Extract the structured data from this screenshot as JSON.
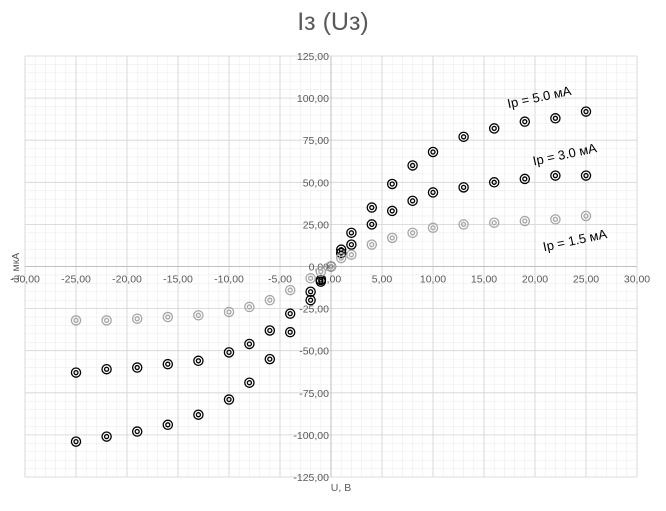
{
  "chart_data": {
    "type": "scatter",
    "title": "Iз (Uз)",
    "xlabel": "U, B",
    "ylabel": "I, мкА",
    "xlim": [
      -30,
      30
    ],
    "ylim": [
      -125,
      125
    ],
    "x_major_step": 5,
    "y_major_step": 25,
    "x_tick_labels": [
      "-30,00",
      "-25,00",
      "-20,00",
      "-15,00",
      "-10,00",
      "-5,00",
      "0,00",
      "5,00",
      "10,00",
      "15,00",
      "20,00",
      "25,00",
      "30,00"
    ],
    "y_tick_labels": [
      "-125,00",
      "-100,00",
      "-75,00",
      "-50,00",
      "-25,00",
      "0,00",
      "25,00",
      "50,00",
      "75,00",
      "100,00",
      "125,00"
    ],
    "grid": true,
    "legend": "none",
    "series": [
      {
        "name": "Ip = 5.0 мА",
        "color": "#000000",
        "label_angle": -12,
        "label_anchor": [
          20.5,
          98
        ],
        "points": [
          [
            -25,
            -104
          ],
          [
            -22,
            -101
          ],
          [
            -19,
            -98
          ],
          [
            -16,
            -94
          ],
          [
            -13,
            -88
          ],
          [
            -10,
            -79
          ],
          [
            -8,
            -69
          ],
          [
            -6,
            -55
          ],
          [
            -4,
            -39
          ],
          [
            -2,
            -20
          ],
          [
            -1,
            -9
          ],
          [
            0,
            0
          ],
          [
            1,
            10
          ],
          [
            2,
            20
          ],
          [
            4,
            35
          ],
          [
            6,
            49
          ],
          [
            8,
            60
          ],
          [
            10,
            68
          ],
          [
            13,
            77
          ],
          [
            16,
            82
          ],
          [
            19,
            86
          ],
          [
            22,
            88
          ],
          [
            25,
            92
          ]
        ]
      },
      {
        "name": "Ip = 3.0 мА",
        "color": "#000000",
        "label_angle": -12,
        "label_anchor": [
          23,
          64
        ],
        "points": [
          [
            -25,
            -63
          ],
          [
            -22,
            -61
          ],
          [
            -19,
            -60
          ],
          [
            -16,
            -58
          ],
          [
            -13,
            -56
          ],
          [
            -10,
            -51
          ],
          [
            -8,
            -46
          ],
          [
            -6,
            -38
          ],
          [
            -4,
            -28
          ],
          [
            -2,
            -15
          ],
          [
            -1,
            -8
          ],
          [
            0,
            0
          ],
          [
            1,
            8
          ],
          [
            2,
            13
          ],
          [
            4,
            25
          ],
          [
            6,
            33
          ],
          [
            8,
            39
          ],
          [
            10,
            44
          ],
          [
            13,
            47
          ],
          [
            16,
            50
          ],
          [
            19,
            52
          ],
          [
            22,
            54
          ],
          [
            25,
            54
          ]
        ]
      },
      {
        "name": "Ip = 1.5 мА",
        "color": "#a6a6a6",
        "label_angle": -12,
        "label_anchor": [
          24,
          13
        ],
        "points": [
          [
            -25,
            -32
          ],
          [
            -22,
            -32
          ],
          [
            -19,
            -31
          ],
          [
            -16,
            -30
          ],
          [
            -13,
            -29
          ],
          [
            -10,
            -27
          ],
          [
            -8,
            -24
          ],
          [
            -6,
            -20
          ],
          [
            -4,
            -14
          ],
          [
            -2,
            -7
          ],
          [
            -1,
            -3
          ],
          [
            0,
            0
          ],
          [
            1,
            5
          ],
          [
            2,
            7
          ],
          [
            4,
            13
          ],
          [
            6,
            17
          ],
          [
            8,
            20
          ],
          [
            10,
            23
          ],
          [
            13,
            25
          ],
          [
            16,
            26
          ],
          [
            19,
            27
          ],
          [
            22,
            28
          ],
          [
            25,
            30
          ]
        ]
      }
    ]
  }
}
